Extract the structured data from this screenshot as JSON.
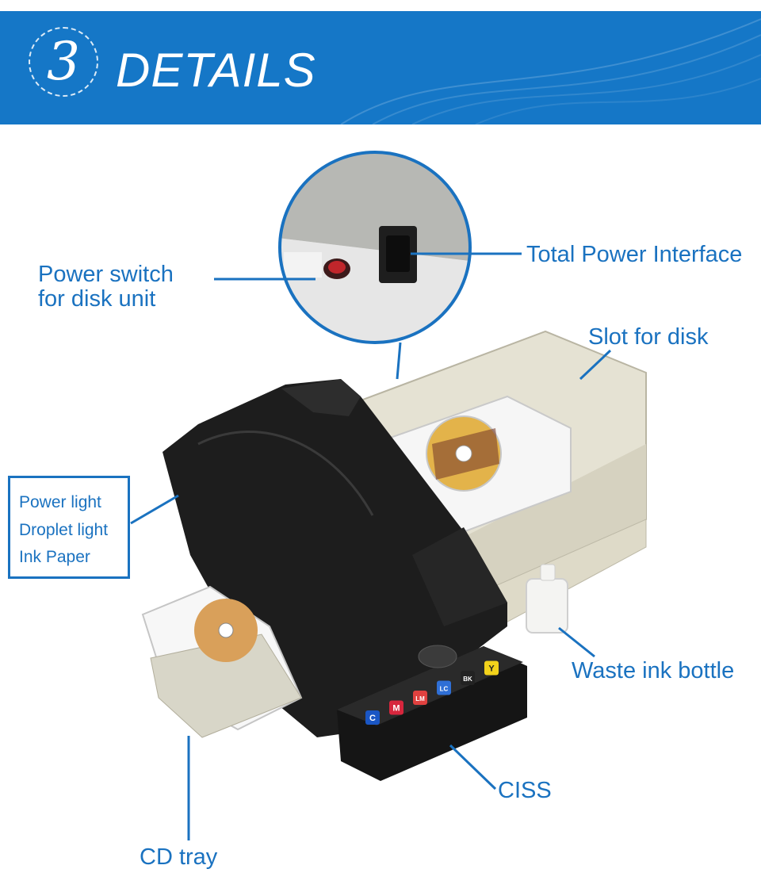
{
  "banner": {
    "number": "3",
    "title": "DETAILS",
    "color": "#1577c7"
  },
  "labels": {
    "power_switch": [
      "Power switch",
      "for disk unit"
    ],
    "total_power": "Total Power Interface",
    "slot": "Slot for disk",
    "indicator_box": [
      "Power light",
      "Droplet light",
      "Ink Paper"
    ],
    "waste_ink": "Waste ink bottle",
    "ciss": "CISS",
    "cd_tray": "CD tray"
  },
  "ink_tanks": [
    {
      "code": "C",
      "color": "#1a56c4"
    },
    {
      "code": "M",
      "color": "#d7263d"
    },
    {
      "code": "LM",
      "color": "#e0413f"
    },
    {
      "code": "LC",
      "color": "#2f6fd6"
    },
    {
      "code": "BK",
      "color": "#222222"
    },
    {
      "code": "Y",
      "color": "#f2d21b"
    }
  ],
  "accent": "#1a72c0"
}
